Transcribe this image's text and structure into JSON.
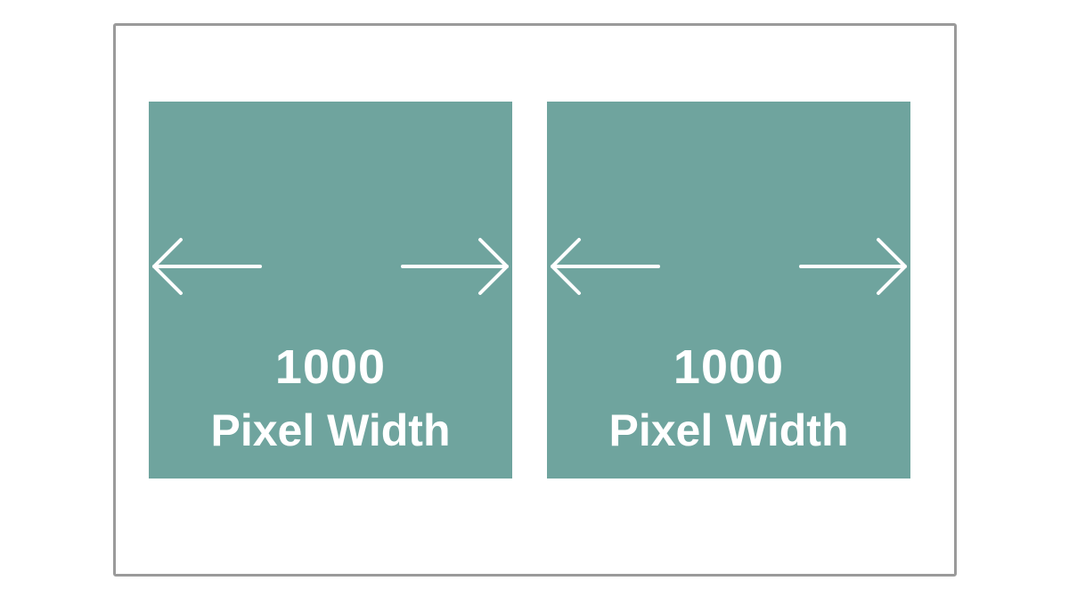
{
  "panels": [
    {
      "value": "1000",
      "label": "Pixel Width"
    },
    {
      "value": "1000",
      "label": "Pixel Width"
    }
  ],
  "colors": {
    "panel": "#6fa49e",
    "frame_border": "#9a9a9a",
    "text": "#ffffff",
    "background": "#ffffff"
  },
  "icons": [
    "arrow-left-icon",
    "arrow-right-icon"
  ]
}
